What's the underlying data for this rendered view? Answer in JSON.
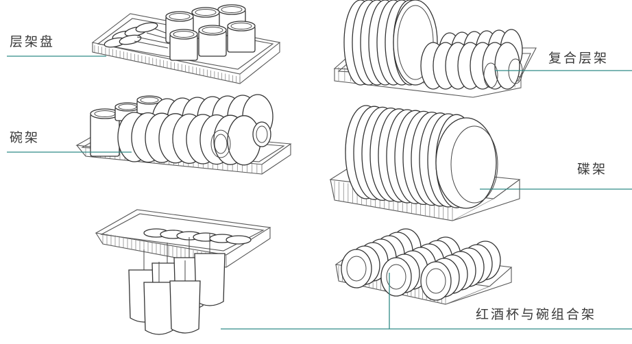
{
  "labels": {
    "tray": "层架盘",
    "bowl_rack": "碗架",
    "combo_rack": "复合层架",
    "plate_rack": "碟架",
    "wine_bowl_rack": "红酒杯与碗组合架"
  },
  "colors": {
    "leader": "#2e8a86",
    "outline": "#333333",
    "text": "#3a3a3a"
  }
}
